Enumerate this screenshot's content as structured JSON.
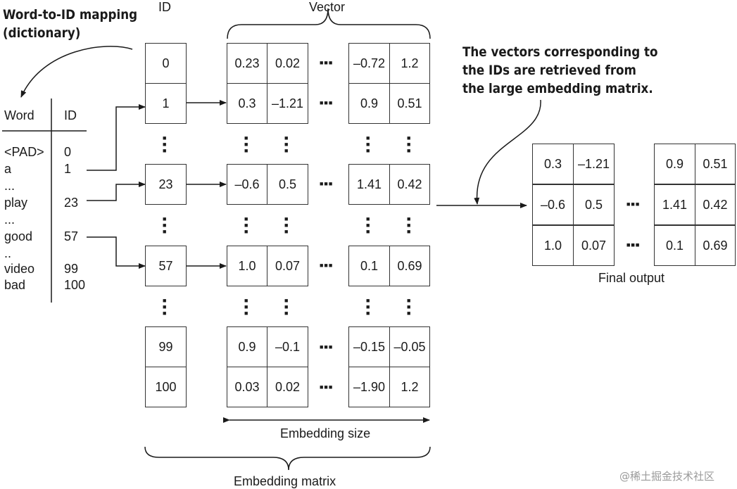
{
  "annotations": {
    "mapping_title": [
      "Word-to-ID mapping",
      "(dictionary)"
    ],
    "retrieval_note": [
      "The vectors corresponding to",
      "the IDs are retrieved from",
      "the large embedding matrix."
    ]
  },
  "dictionary": {
    "header_word": "Word",
    "header_id": "ID",
    "rows": [
      {
        "word": "<PAD>",
        "id": "0"
      },
      {
        "word": "a",
        "id": "1"
      },
      {
        "word": "...",
        "id": ""
      },
      {
        "word": "play",
        "id": "23"
      },
      {
        "word": "...",
        "id": ""
      },
      {
        "word": "good",
        "id": "57"
      },
      {
        "word": "..",
        "id": ""
      },
      {
        "word": "video",
        "id": "99"
      },
      {
        "word": "bad",
        "id": "100"
      }
    ]
  },
  "labels": {
    "id_header": "ID",
    "vector_header": "Vector",
    "embedding_size": "Embedding size",
    "embedding_matrix": "Embedding matrix",
    "final_output": "Final output",
    "ellipsis": "■■■"
  },
  "embedding_rows": [
    {
      "id": "0",
      "v1": "0.23",
      "v2": "0.02",
      "v3": "–0.72",
      "v4": "1.2"
    },
    {
      "id": "1",
      "v1": "0.3",
      "v2": "–1.21",
      "v3": "0.9",
      "v4": "0.51"
    },
    {
      "id": "23",
      "v1": "–0.6",
      "v2": "0.5",
      "v3": "1.41",
      "v4": "0.42"
    },
    {
      "id": "57",
      "v1": "1.0",
      "v2": "0.07",
      "v3": "0.1",
      "v4": "0.69"
    },
    {
      "id": "99",
      "v1": "0.9",
      "v2": "–0.1",
      "v3": "–0.15",
      "v4": "–0.05"
    },
    {
      "id": "100",
      "v1": "0.03",
      "v2": "0.02",
      "v3": "–1.90",
      "v4": "1.2"
    }
  ],
  "final_output_rows": [
    {
      "v1": "0.3",
      "v2": "–1.21",
      "v3": "0.9",
      "v4": "0.51"
    },
    {
      "v1": "–0.6",
      "v2": "0.5",
      "v3": "1.41",
      "v4": "0.42"
    },
    {
      "v1": "1.0",
      "v2": "0.07",
      "v3": "0.1",
      "v4": "0.69"
    }
  ],
  "watermark": "@稀土掘金技术社区"
}
